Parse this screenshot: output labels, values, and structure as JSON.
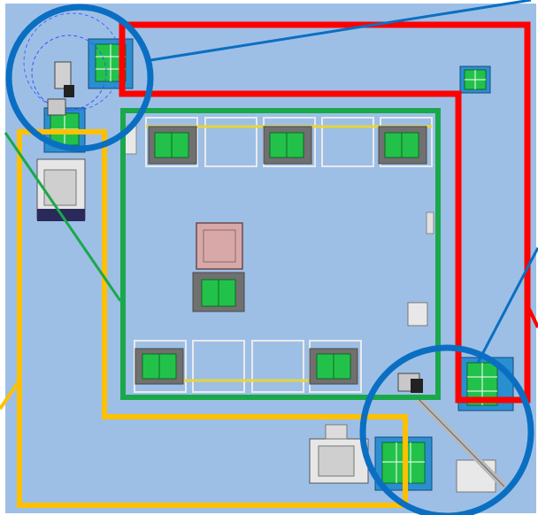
{
  "diagram": {
    "description_visible_text": "",
    "colors": {
      "background": "#9dbfe6",
      "red_zone": "#ff0000",
      "green_zone": "#1aa84a",
      "yellow_zone": "#ffc000",
      "callout_blue": "#0a6fc2",
      "fixture_green": "#22c24a",
      "fixture_frame": "#6b6b6b",
      "pallet_blue": "#2a8fd0"
    },
    "zones": [
      {
        "name": "red-zone"
      },
      {
        "name": "green-zone"
      },
      {
        "name": "yellow-zone"
      }
    ],
    "callouts": [
      {
        "name": "top-left-robot-callout"
      },
      {
        "name": "bottom-right-robot-callout"
      }
    ],
    "components": {
      "fixture_stations": 8,
      "blue_pallets": 4,
      "robots": 2,
      "machines": 2
    }
  }
}
